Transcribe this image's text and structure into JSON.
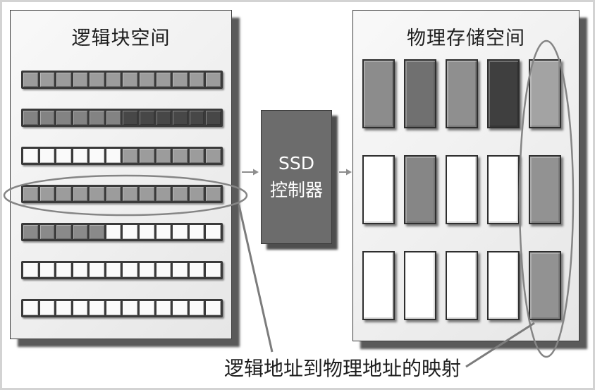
{
  "logical_space": {
    "title": "逻辑块空间",
    "rows": [
      [
        "#9c9c9c",
        "#9c9c9c",
        "#9c9c9c",
        "#9c9c9c",
        "#9c9c9c",
        "#9c9c9c",
        "#9c9c9c",
        "#9c9c9c",
        "#9c9c9c",
        "#9c9c9c",
        "#9c9c9c",
        "#9c9c9c"
      ],
      [
        "#838383",
        "#838383",
        "#838383",
        "#838383",
        "#838383",
        "#838383",
        "#474747",
        "#474747",
        "#474747",
        "#474747",
        "#474747",
        "#474747"
      ],
      [
        "#fafafa",
        "#fafafa",
        "#fafafa",
        "#fafafa",
        "#fafafa",
        "#fafafa",
        "#9c9c9c",
        "#9c9c9c",
        "#9c9c9c",
        "#9c9c9c",
        "#9c9c9c",
        "#9c9c9c"
      ],
      [
        "#9c9c9c",
        "#9c9c9c",
        "#9c9c9c",
        "#9c9c9c",
        "#9c9c9c",
        "#9c9c9c",
        "#9c9c9c",
        "#9c9c9c",
        "#9c9c9c",
        "#9c9c9c",
        "#9c9c9c",
        "#9c9c9c"
      ],
      [
        "#8a8a8a",
        "#8a8a8a",
        "#8a8a8a",
        "#8a8a8a",
        "#8a8a8a",
        "#fafafa",
        "#fafafa",
        "#fafafa",
        "#fafafa",
        "#fafafa",
        "#fafafa",
        "#fafafa"
      ],
      [
        "#fafafa",
        "#fafafa",
        "#fafafa",
        "#fafafa",
        "#fafafa",
        "#fafafa",
        "#fafafa",
        "#fafafa",
        "#fafafa",
        "#fafafa",
        "#fafafa",
        "#fafafa"
      ],
      [
        "#fafafa",
        "#fafafa",
        "#fafafa",
        "#fafafa",
        "#fafafa",
        "#fafafa",
        "#fafafa",
        "#fafafa",
        "#fafafa",
        "#fafafa",
        "#fafafa",
        "#fafafa"
      ]
    ]
  },
  "controller": {
    "line1": "SSD",
    "line2": "控制器"
  },
  "physical_space": {
    "title": "物理存储空间",
    "blocks": [
      [
        "#8c8c8c",
        "#707070",
        "#8f8f8f",
        "#3f3f3f",
        "#a3a3a3"
      ],
      [
        "#ffffff",
        "#868686",
        "#ffffff",
        "#ffffff",
        "#929292"
      ],
      [
        "#ffffff",
        "#ffffff",
        "#ffffff",
        "#ffffff",
        "#929292"
      ]
    ]
  },
  "mapping_label": "逻辑地址到物理地址的映射",
  "colors": {
    "panel_shadow": "#5a5a5a",
    "controller_fill": "#6c6c6c",
    "ellipse_stroke": "#858585",
    "connector_stroke": "#7c7c7c",
    "arrow_color": "#8e8e8e"
  }
}
